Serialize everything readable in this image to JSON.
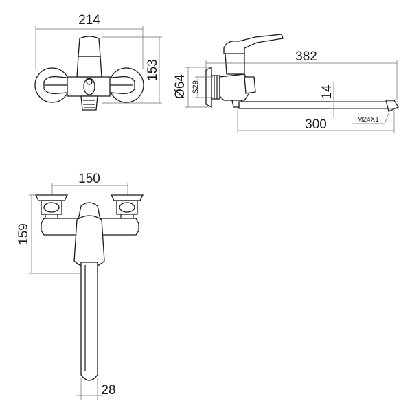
{
  "dimensions": {
    "front_width": "214",
    "front_height": "153",
    "side_diameter": "Ø64",
    "side_small": "S29",
    "side_spout_offset": "14",
    "side_spout_length": "382",
    "side_spout_reach": "300",
    "side_thread": "M24X1",
    "top_center_distance": "150",
    "top_depth": "159",
    "top_spout_width": "28"
  }
}
